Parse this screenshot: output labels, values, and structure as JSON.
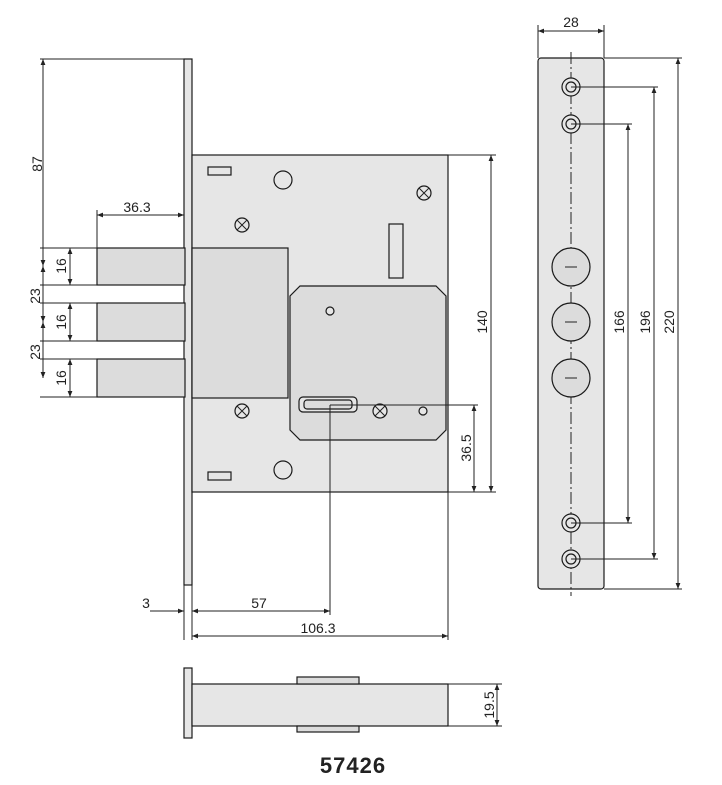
{
  "product_code": "57426",
  "dimensions": {
    "d_87": "87",
    "d_36_3": "36.3",
    "d_16_a": "16",
    "d_23_a": "23",
    "d_16_b": "16",
    "d_23_b": "23",
    "d_16_c": "16",
    "d_140": "140",
    "d_36_5": "36.5",
    "d_3": "3",
    "d_57": "57",
    "d_106_3": "106.3",
    "d_28": "28",
    "d_166": "166",
    "d_196": "196",
    "d_220": "220",
    "d_19_5": "19.5"
  }
}
